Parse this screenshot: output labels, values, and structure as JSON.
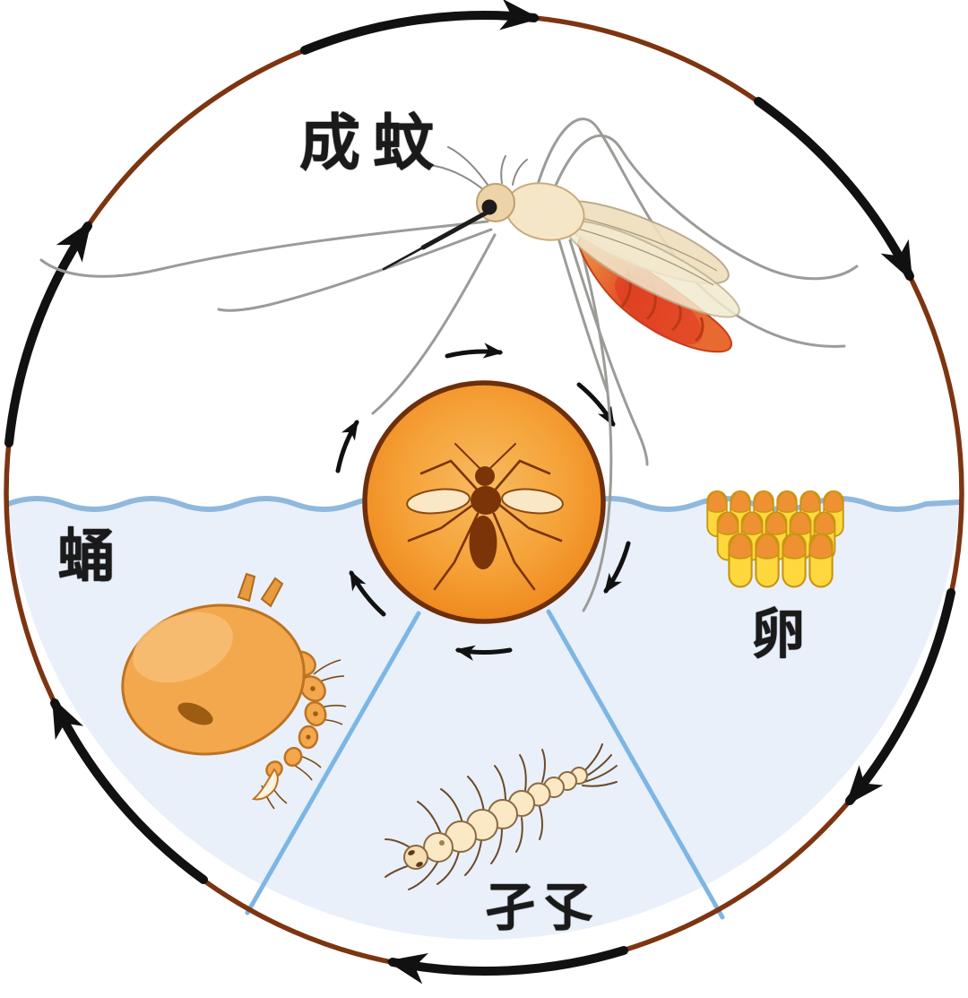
{
  "diagram": {
    "kind": "mosquito-life-cycle-diagram",
    "cycle_direction": "clockwise",
    "stages": [
      {
        "id": "adult-mosquito",
        "label": "成蚊",
        "position": "top-above-water"
      },
      {
        "id": "eggs",
        "label": "卵",
        "position": "right-on-water-surface"
      },
      {
        "id": "larva",
        "label": "孑孓",
        "position": "bottom-under-water"
      },
      {
        "id": "pupa",
        "label": "蛹",
        "position": "left-under-water"
      }
    ],
    "colors": {
      "ring_brown": "#7d3511",
      "arrow_black": "#111111",
      "water_fill": "#e9f0fa",
      "water_line_blue": "#8fb8dd",
      "sector_divider_blue": "#7db6e4",
      "center_circle_orange": "#f5a238",
      "center_circle_border": "#6e2f08",
      "center_mosquito_brown": "#7a3408",
      "egg_yellow": "#ffd83e",
      "egg_cap_orange": "#ee9133",
      "pupa_orange": "#f3a84d",
      "larva_cream": "#fbe8c4",
      "adult_abdomen_red": "#e14f26",
      "adult_body_beige": "#f6e6c8"
    }
  }
}
